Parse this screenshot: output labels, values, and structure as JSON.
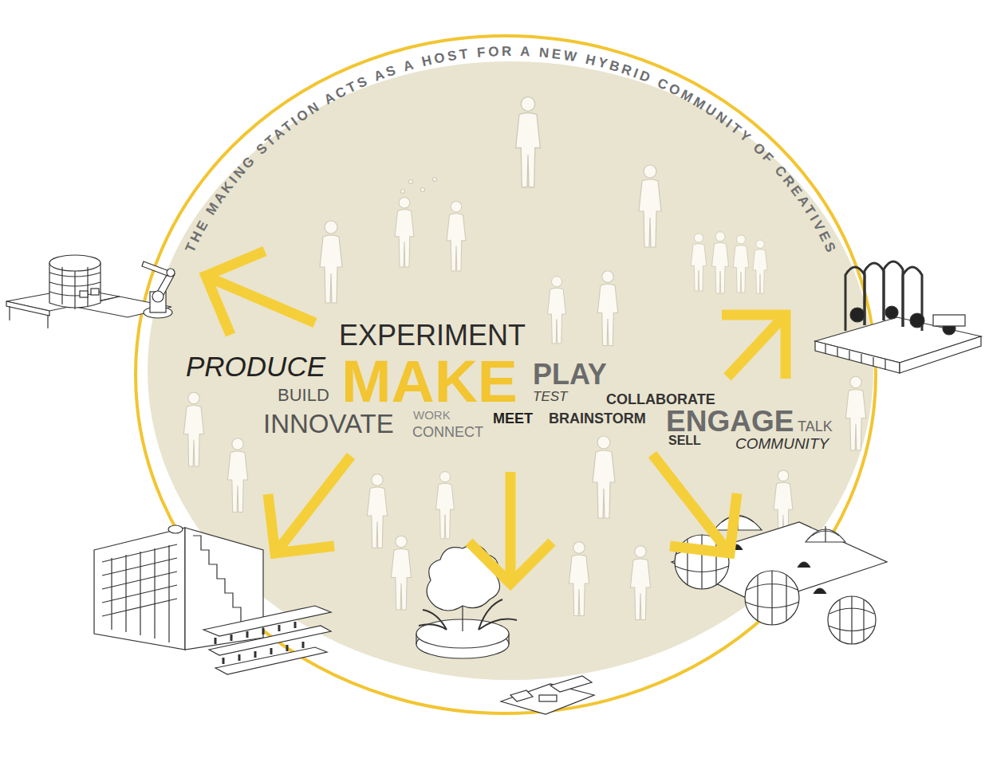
{
  "diagram": {
    "nodes": [
      {
        "text": [
          "THE MAKING STATION ACTS AS A HOST FOR A NEW HYBRID COMMUNITY OF CREATIVES",
          "EXPERIMENT",
          "PRODUCE",
          "MAKE",
          "PLAY",
          "BUILD",
          "TEST",
          "COLLABORATE",
          "INNOVATE",
          "WORK",
          "CONNECT",
          "MEET",
          "BRAINSTORM",
          "ENGAGE",
          "TALK",
          "SELL",
          "COMMUNITY"
        ]
      }
    ]
  }
}
